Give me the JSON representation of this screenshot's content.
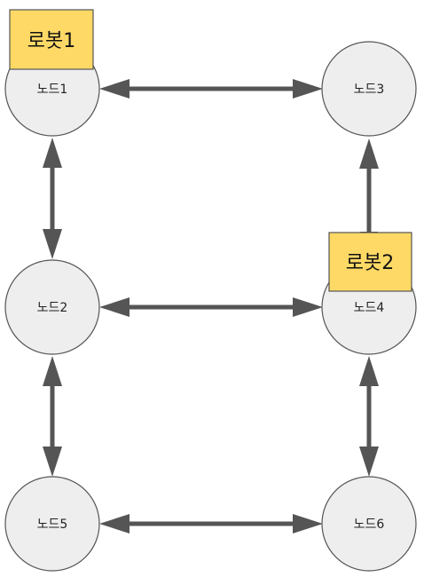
{
  "diagram": {
    "colors": {
      "node_fill": "#eeeeee",
      "node_stroke": "#555555",
      "edge": "#555555",
      "robot_fill": "#ffd966"
    },
    "nodes": [
      {
        "id": "n1",
        "label": "노드1"
      },
      {
        "id": "n2",
        "label": "노드2"
      },
      {
        "id": "n3",
        "label": "노드3"
      },
      {
        "id": "n4",
        "label": "노드4"
      },
      {
        "id": "n5",
        "label": "노드5"
      },
      {
        "id": "n6",
        "label": "노드6"
      }
    ],
    "edges": [
      {
        "from": "n1",
        "to": "n3",
        "direction": "both"
      },
      {
        "from": "n1",
        "to": "n2",
        "direction": "both"
      },
      {
        "from": "n2",
        "to": "n4",
        "direction": "both"
      },
      {
        "from": "n4",
        "to": "n3",
        "direction": "forward"
      },
      {
        "from": "n2",
        "to": "n5",
        "direction": "both"
      },
      {
        "from": "n4",
        "to": "n6",
        "direction": "both"
      },
      {
        "from": "n5",
        "to": "n6",
        "direction": "both"
      }
    ],
    "robots": [
      {
        "id": "r1",
        "label": "로봇1",
        "at": "n1"
      },
      {
        "id": "r2",
        "label": "로봇2",
        "at": "n4"
      }
    ]
  }
}
